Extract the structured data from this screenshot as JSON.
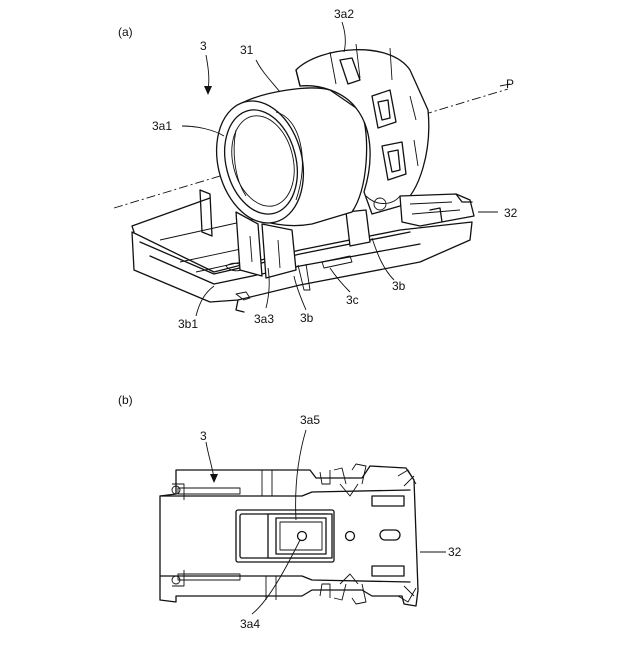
{
  "panel_a": {
    "label": "(a)",
    "callouts": {
      "c3": "3",
      "c31": "31",
      "c3a2": "3a2",
      "cP": "P",
      "c3a1": "3a1",
      "c32": "32",
      "c3b1": "3b1",
      "c3a3": "3a3",
      "c3b_mid": "3b",
      "c3c": "3c",
      "c3b_right": "3b"
    }
  },
  "panel_b": {
    "label": "(b)",
    "callouts": {
      "c3": "3",
      "c3a5": "3a5",
      "c32": "32",
      "c3a4": "3a4"
    }
  }
}
